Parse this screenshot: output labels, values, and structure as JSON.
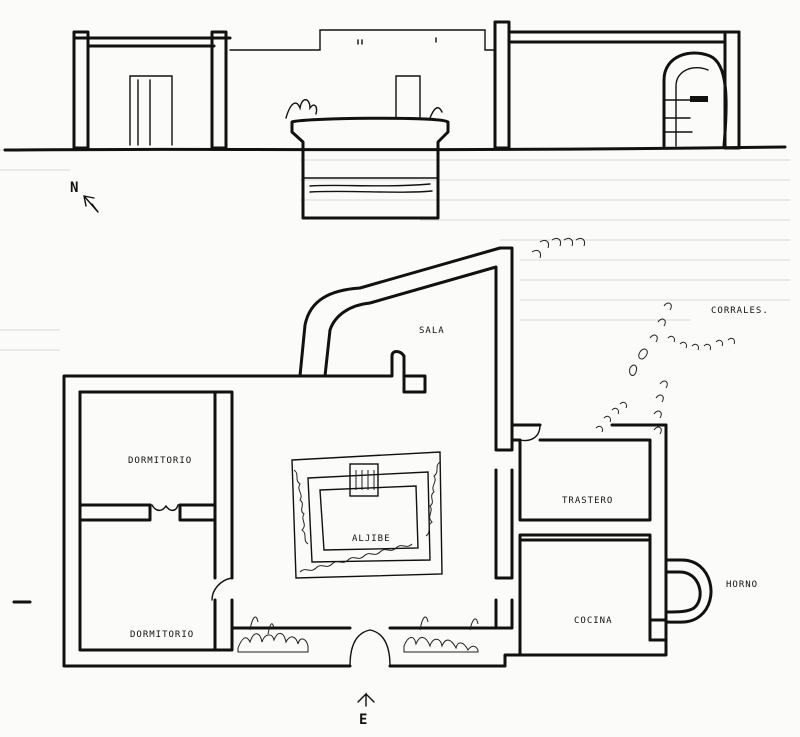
{
  "labels": {
    "sala": "SALA",
    "corrales": "CORRALES.",
    "dormitorio_top": "DORMITORIO",
    "dormitorio_bottom": "DORMITORIO",
    "trastero": "TRASTERO",
    "aljibe": "ALJIBE",
    "horno": "HORNO",
    "cocina": "COCINA",
    "north": "N",
    "entrance": "E"
  }
}
